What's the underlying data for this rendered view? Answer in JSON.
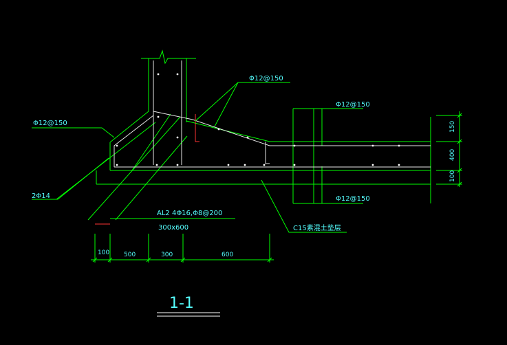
{
  "colors": {
    "background": "#000000",
    "structure": "#00ff00",
    "text": "#55ffff",
    "rebar": "#ffffff",
    "accent": "#ff3333"
  },
  "labels": {
    "rebar_top_slope": "Φ12@150",
    "rebar_left_slope": "Φ12@150",
    "rebar_right_top": "Φ12@150",
    "rebar_right_bottom": "Φ12@150",
    "bottom_bars": "2Φ14",
    "beam_note": "AL2 4Φ16,Φ8@200",
    "beam_size": "300x600",
    "cushion": "C15素混土垫层"
  },
  "dimensions": {
    "horizontal": [
      "100",
      "500",
      "300",
      "600"
    ],
    "vertical": [
      "150",
      "400",
      "100"
    ]
  },
  "section_title": "1-1"
}
